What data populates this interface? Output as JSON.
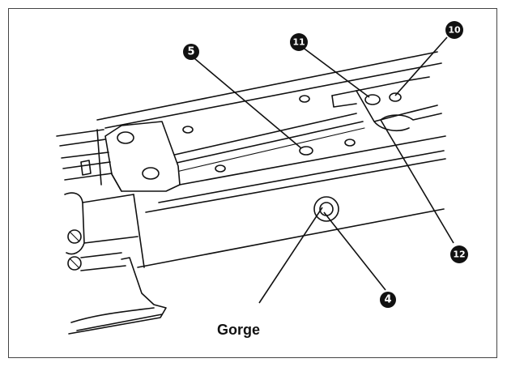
{
  "figure": {
    "callouts": {
      "c5": "5",
      "c4": "4",
      "c10": "10",
      "c11": "11",
      "c12": "12"
    },
    "label_gorge": "Gorge"
  }
}
